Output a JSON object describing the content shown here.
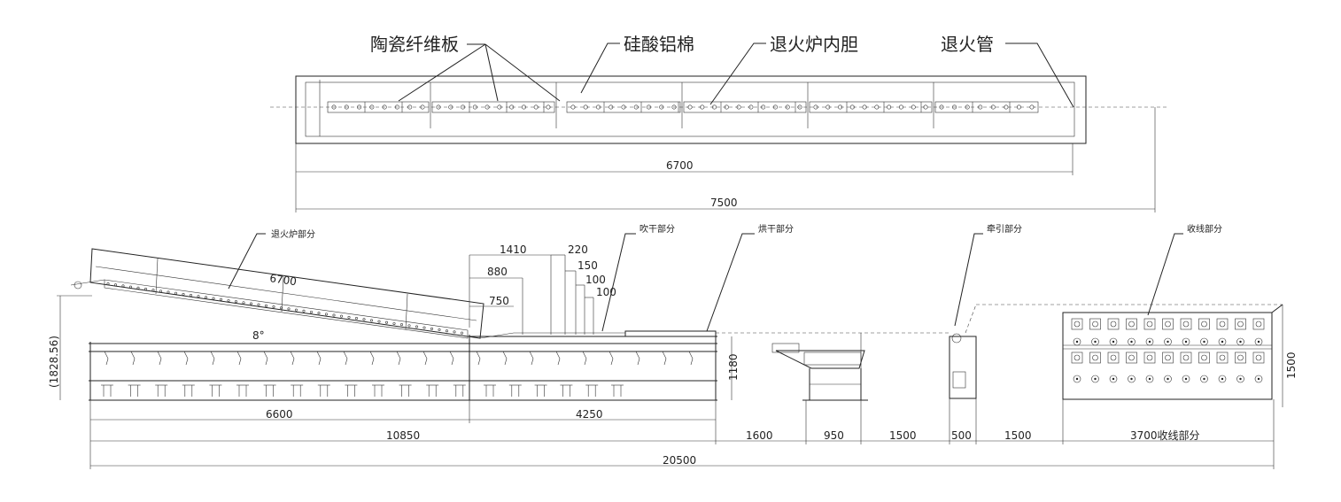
{
  "top_view": {
    "labels": {
      "ceramic_fiber_board": "陶瓷纤维板",
      "aluminum_silicate_wool": "硅酸铝棉",
      "furnace_liner": "退火炉内胆",
      "annealing_tube": "退火管"
    },
    "dims": {
      "inner": "6700",
      "outer": "7500"
    }
  },
  "side_view": {
    "labels": {
      "annealing_section": "退火炉部分",
      "blowing_section": "吹干部分",
      "drying_section": "烘干部分",
      "traction_section": "牵引部分",
      "takeup_section": "收线部分"
    },
    "dims": {
      "furnace_len": "6700",
      "d1410": "1410",
      "d220": "220",
      "d880": "880",
      "d150": "150",
      "d100a": "100",
      "d100b": "100",
      "d750": "750",
      "height_left": "(1828.56)",
      "angle": "8°",
      "h1180": "1180",
      "h1500": "1500",
      "b6600": "6600",
      "b4250": "4250",
      "b10850": "10850",
      "b1600": "1600",
      "b950": "950",
      "b1500a": "1500",
      "b500": "500",
      "b1500b": "1500",
      "b3700": "3700收线部分",
      "total": "20500"
    }
  }
}
